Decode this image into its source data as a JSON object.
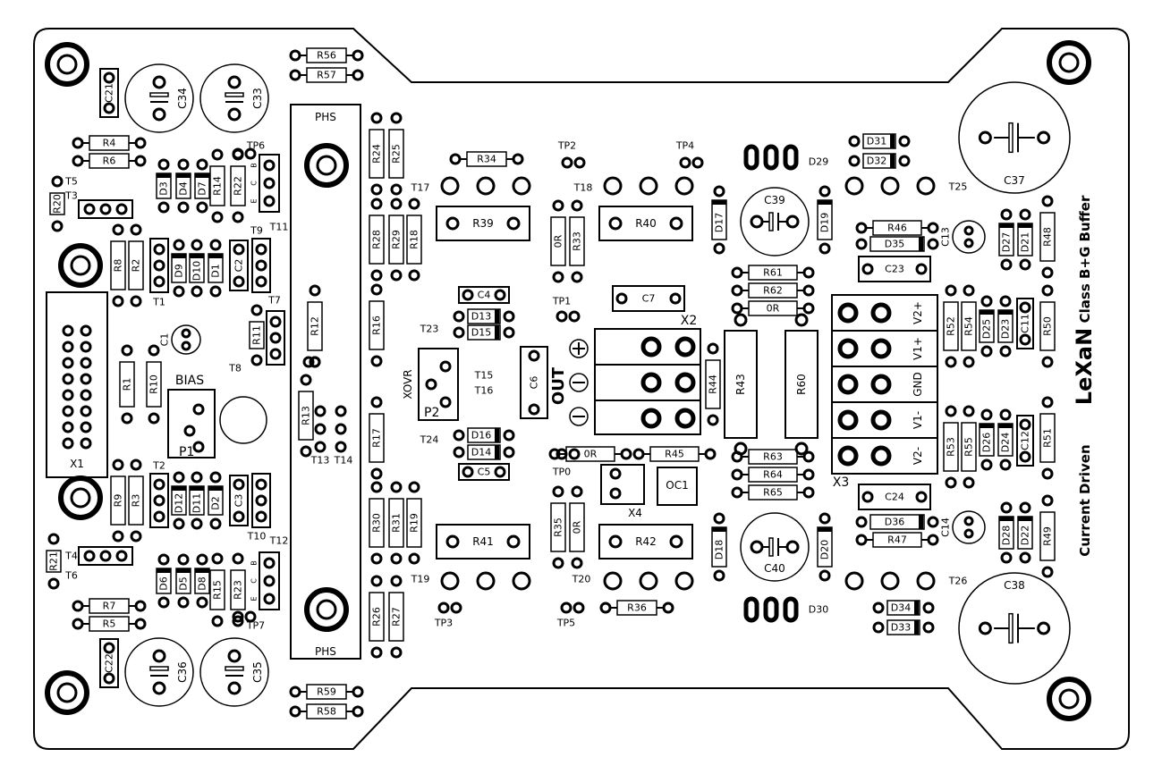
{
  "title": {
    "brand": "LeXaN",
    "subtitle_1": "Class B+G Buffer",
    "subtitle_2": "Current Driven"
  },
  "colors": {
    "ink": "#000000",
    "paper": "#ffffff"
  },
  "labels": {
    "phs": "PHS",
    "bias": "BIAS",
    "p1": "P1",
    "p2": "P2",
    "xovr": "XOVR",
    "out": "OUT",
    "x1": "X1",
    "x2": "X2",
    "x3": "X3",
    "x4": "X4",
    "oc1": "OC1",
    "v2p": "V2+",
    "v1p": "V1+",
    "gnd": "GND",
    "v1m": "V1-",
    "v2m": "V2-",
    "bce_b": "B",
    "bce_c": "C",
    "bce_e": "E"
  },
  "resistors": [
    {
      "id": "r56",
      "label": "R56"
    },
    {
      "id": "r57",
      "label": "R57"
    },
    {
      "id": "r4",
      "label": "R4"
    },
    {
      "id": "r6",
      "label": "R6"
    },
    {
      "id": "r7",
      "label": "R7"
    },
    {
      "id": "r5",
      "label": "R5"
    },
    {
      "id": "r59",
      "label": "R59"
    },
    {
      "id": "r58",
      "label": "R58"
    },
    {
      "id": "r34",
      "label": "R34"
    },
    {
      "id": "r36",
      "label": "R36"
    },
    {
      "id": "r46",
      "label": "R46"
    },
    {
      "id": "r47",
      "label": "R47"
    },
    {
      "id": "r61",
      "label": "R61"
    },
    {
      "id": "r62",
      "label": "R62"
    },
    {
      "id": "r0a",
      "label": "0R"
    },
    {
      "id": "r63",
      "label": "R63"
    },
    {
      "id": "r64",
      "label": "R64"
    },
    {
      "id": "r65",
      "label": "R65"
    },
    {
      "id": "r0c",
      "label": "0R"
    },
    {
      "id": "r45",
      "label": "R45"
    },
    {
      "id": "r20",
      "label": "R20"
    },
    {
      "id": "r21",
      "label": "R21"
    },
    {
      "id": "r8",
      "label": "R8"
    },
    {
      "id": "r2",
      "label": "R2"
    },
    {
      "id": "r9",
      "label": "R9"
    },
    {
      "id": "r3",
      "label": "R3"
    },
    {
      "id": "r1",
      "label": "R1"
    },
    {
      "id": "r10",
      "label": "R10"
    },
    {
      "id": "r14",
      "label": "R14"
    },
    {
      "id": "r22",
      "label": "R22"
    },
    {
      "id": "r15",
      "label": "R15"
    },
    {
      "id": "r23",
      "label": "R23"
    },
    {
      "id": "r11",
      "label": "R11"
    },
    {
      "id": "r12",
      "label": "R12"
    },
    {
      "id": "r13",
      "label": "R13"
    },
    {
      "id": "r24",
      "label": "R24"
    },
    {
      "id": "r25",
      "label": "R25"
    },
    {
      "id": "r28",
      "label": "R28"
    },
    {
      "id": "r29",
      "label": "R29"
    },
    {
      "id": "r18",
      "label": "R18"
    },
    {
      "id": "r16",
      "label": "R16"
    },
    {
      "id": "r17",
      "label": "R17"
    },
    {
      "id": "r30",
      "label": "R30"
    },
    {
      "id": "r31",
      "label": "R31"
    },
    {
      "id": "r19",
      "label": "R19"
    },
    {
      "id": "r26",
      "label": "R26"
    },
    {
      "id": "r27",
      "label": "R27"
    },
    {
      "id": "r0b",
      "label": "0R"
    },
    {
      "id": "r33",
      "label": "R33"
    },
    {
      "id": "r35",
      "label": "R35"
    },
    {
      "id": "r0d",
      "label": "0R"
    },
    {
      "id": "r44",
      "label": "R44"
    },
    {
      "id": "r52",
      "label": "R52"
    },
    {
      "id": "r54",
      "label": "R54"
    },
    {
      "id": "r50",
      "label": "R50"
    },
    {
      "id": "r48",
      "label": "R48"
    },
    {
      "id": "r53",
      "label": "R53"
    },
    {
      "id": "r55",
      "label": "R55"
    },
    {
      "id": "r51",
      "label": "R51"
    },
    {
      "id": "r49",
      "label": "R49"
    },
    {
      "id": "r43",
      "label": "R43"
    },
    {
      "id": "r60",
      "label": "R60"
    },
    {
      "id": "r39",
      "label": "R39"
    },
    {
      "id": "r40",
      "label": "R40"
    },
    {
      "id": "r41",
      "label": "R41"
    },
    {
      "id": "r42",
      "label": "R42"
    }
  ],
  "diodes": [
    {
      "id": "d3",
      "label": "D3"
    },
    {
      "id": "d4",
      "label": "D4"
    },
    {
      "id": "d7",
      "label": "D7"
    },
    {
      "id": "d9",
      "label": "D9"
    },
    {
      "id": "d10",
      "label": "D10"
    },
    {
      "id": "d1",
      "label": "D1"
    },
    {
      "id": "d12",
      "label": "D12"
    },
    {
      "id": "d11",
      "label": "D11"
    },
    {
      "id": "d2",
      "label": "D2"
    },
    {
      "id": "d6",
      "label": "D6"
    },
    {
      "id": "d5",
      "label": "D5"
    },
    {
      "id": "d8",
      "label": "D8"
    },
    {
      "id": "d13",
      "label": "D13"
    },
    {
      "id": "d15",
      "label": "D15"
    },
    {
      "id": "d16",
      "label": "D16"
    },
    {
      "id": "d14",
      "label": "D14"
    },
    {
      "id": "d17",
      "label": "D17"
    },
    {
      "id": "d18",
      "label": "D18"
    },
    {
      "id": "d19",
      "label": "D19"
    },
    {
      "id": "d20",
      "label": "D20"
    },
    {
      "id": "d31",
      "label": "D31"
    },
    {
      "id": "d32",
      "label": "D32"
    },
    {
      "id": "d35",
      "label": "D35"
    },
    {
      "id": "d36",
      "label": "D36"
    },
    {
      "id": "d34",
      "label": "D34"
    },
    {
      "id": "d33",
      "label": "D33"
    },
    {
      "id": "d27",
      "label": "D27"
    },
    {
      "id": "d21",
      "label": "D21"
    },
    {
      "id": "d25",
      "label": "D25"
    },
    {
      "id": "d23",
      "label": "D23"
    },
    {
      "id": "d26",
      "label": "D26"
    },
    {
      "id": "d24",
      "label": "D24"
    },
    {
      "id": "d28",
      "label": "D28"
    },
    {
      "id": "d22",
      "label": "D22"
    }
  ],
  "caps": [
    {
      "id": "c21",
      "label": "C21"
    },
    {
      "id": "c22",
      "label": "C22"
    },
    {
      "id": "c4",
      "label": "C4"
    },
    {
      "id": "c5",
      "label": "C5"
    },
    {
      "id": "c7",
      "label": "C7"
    },
    {
      "id": "c6",
      "label": "C6"
    },
    {
      "id": "c23",
      "label": "C23"
    },
    {
      "id": "c24",
      "label": "C24"
    },
    {
      "id": "c2",
      "label": "C2"
    },
    {
      "id": "c3",
      "label": "C3"
    },
    {
      "id": "c11",
      "label": "C11"
    },
    {
      "id": "c12",
      "label": "C12"
    }
  ],
  "elcaps": [
    {
      "id": "c34",
      "label": "C34"
    },
    {
      "id": "c33",
      "label": "C33"
    },
    {
      "id": "c36",
      "label": "C36"
    },
    {
      "id": "c35",
      "label": "C35"
    },
    {
      "id": "c1",
      "label": "C1"
    },
    {
      "id": "c13",
      "label": "C13"
    },
    {
      "id": "c14",
      "label": "C14"
    },
    {
      "id": "c39",
      "label": "C39"
    },
    {
      "id": "c40",
      "label": "C40"
    },
    {
      "id": "c37",
      "label": "C37"
    },
    {
      "id": "c38",
      "label": "C38"
    }
  ],
  "transistors": [
    {
      "id": "t1",
      "label": "T1"
    },
    {
      "id": "t2",
      "label": "T2"
    },
    {
      "id": "t3",
      "label": "T3"
    },
    {
      "id": "t4",
      "label": "T4"
    },
    {
      "id": "t5",
      "label": "T5"
    },
    {
      "id": "t6",
      "label": "T6"
    },
    {
      "id": "t7",
      "label": "T7"
    },
    {
      "id": "t8",
      "label": "T8"
    },
    {
      "id": "t9",
      "label": "T9"
    },
    {
      "id": "t10",
      "label": "T10"
    },
    {
      "id": "t11",
      "label": "T11"
    },
    {
      "id": "t12",
      "label": "T12"
    },
    {
      "id": "t13",
      "label": "T13"
    },
    {
      "id": "t14",
      "label": "T14"
    },
    {
      "id": "t15",
      "label": "T15"
    },
    {
      "id": "t16",
      "label": "T16"
    },
    {
      "id": "t17",
      "label": "T17"
    },
    {
      "id": "t18",
      "label": "T18"
    },
    {
      "id": "t19",
      "label": "T19"
    },
    {
      "id": "t20",
      "label": "T20"
    },
    {
      "id": "t23",
      "label": "T23"
    },
    {
      "id": "t24",
      "label": "T24"
    },
    {
      "id": "t25",
      "label": "T25"
    },
    {
      "id": "t26",
      "label": "T26"
    },
    {
      "id": "d29",
      "label": "D29"
    },
    {
      "id": "d30",
      "label": "D30"
    }
  ],
  "testpoints": [
    {
      "id": "tp0",
      "label": "TP0"
    },
    {
      "id": "tp1",
      "label": "TP1"
    },
    {
      "id": "tp2",
      "label": "TP2"
    },
    {
      "id": "tp3",
      "label": "TP3"
    },
    {
      "id": "tp4",
      "label": "TP4"
    },
    {
      "id": "tp5",
      "label": "TP5"
    },
    {
      "id": "tp6",
      "label": "TP6"
    },
    {
      "id": "tp7",
      "label": "TP7"
    }
  ]
}
